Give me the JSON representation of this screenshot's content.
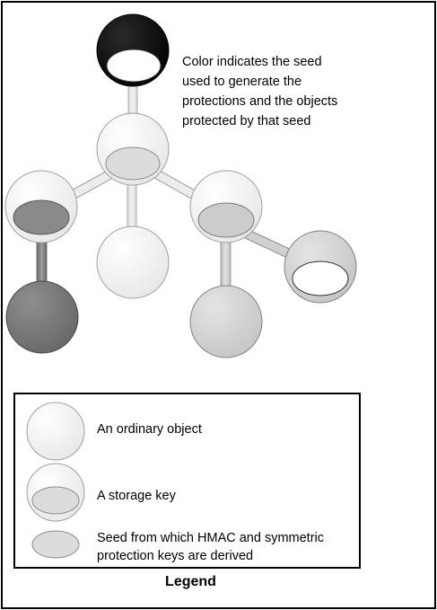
{
  "note": {
    "lines": [
      "Color indicates the seed",
      "used to generate the",
      "protections and the objects",
      "protected by that seed"
    ]
  },
  "legend": {
    "title": "Legend",
    "items": [
      {
        "lines": [
          "An ordinary object"
        ]
      },
      {
        "lines": [
          "A storage key"
        ]
      },
      {
        "lines": [
          "Seed from which HMAC and symmetric",
          "protection keys are derived"
        ]
      }
    ]
  },
  "colors": {
    "frame": "#000000",
    "root_seed": "#111111",
    "white_seed": "#ffffff",
    "light_object": "#eeeeee",
    "medium_object": "#d2d2d2",
    "dark_object": "#7c7c7c",
    "connector": "#e0e0e0"
  }
}
